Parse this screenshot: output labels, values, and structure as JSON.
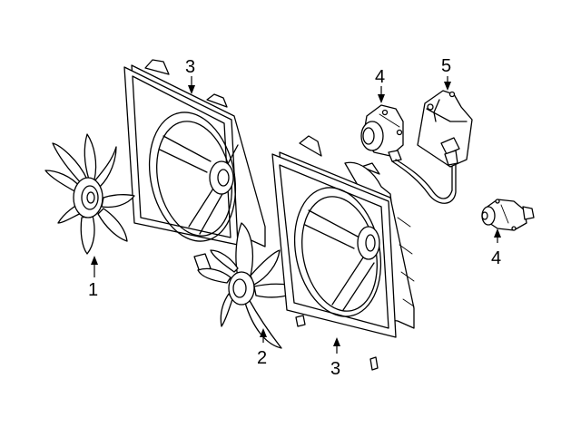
{
  "diagram": {
    "callouts": [
      {
        "id": "c1",
        "label": "1"
      },
      {
        "id": "c2",
        "label": "2"
      },
      {
        "id": "c3a",
        "label": "3"
      },
      {
        "id": "c3b",
        "label": "3"
      },
      {
        "id": "c4a",
        "label": "4"
      },
      {
        "id": "c4b",
        "label": "4"
      },
      {
        "id": "c5",
        "label": "5"
      }
    ]
  }
}
